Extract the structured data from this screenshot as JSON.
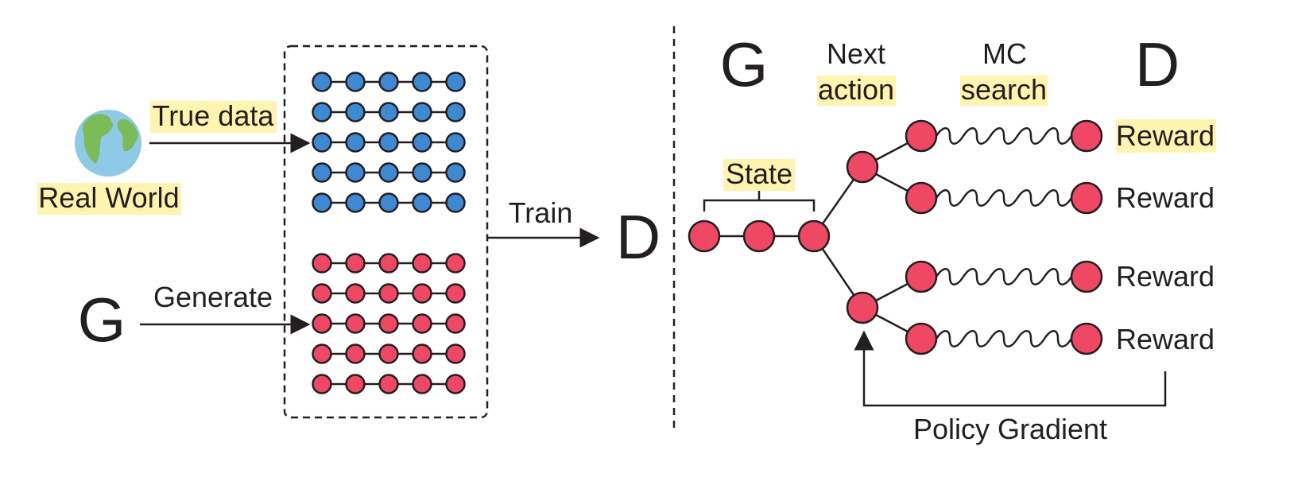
{
  "left_panel": {
    "true_data_label": "True data",
    "real_world_label": "Real World",
    "generate_label": "Generate",
    "generator_letter": "G",
    "train_label": "Train",
    "discriminator_letter": "D",
    "real_sequences": 5,
    "fake_sequences": 5,
    "tokens_per_sequence": 5
  },
  "right_panel": {
    "generator_letter": "G",
    "discriminator_letter": "D",
    "next_label": "Next",
    "action_label": "action",
    "mc_label": "MC",
    "search_label": "search",
    "state_label": "State",
    "reward_labels": [
      "Reward",
      "Reward",
      "Reward",
      "Reward"
    ],
    "policy_gradient_label": "Policy Gradient"
  },
  "colors": {
    "real_token": "#3f88d2",
    "fake_token": "#ee4865",
    "highlight": "#fff3b0",
    "stroke": "#231f20",
    "globe_ocean": "#8ec9e6",
    "globe_land": "#7cbb5a"
  }
}
